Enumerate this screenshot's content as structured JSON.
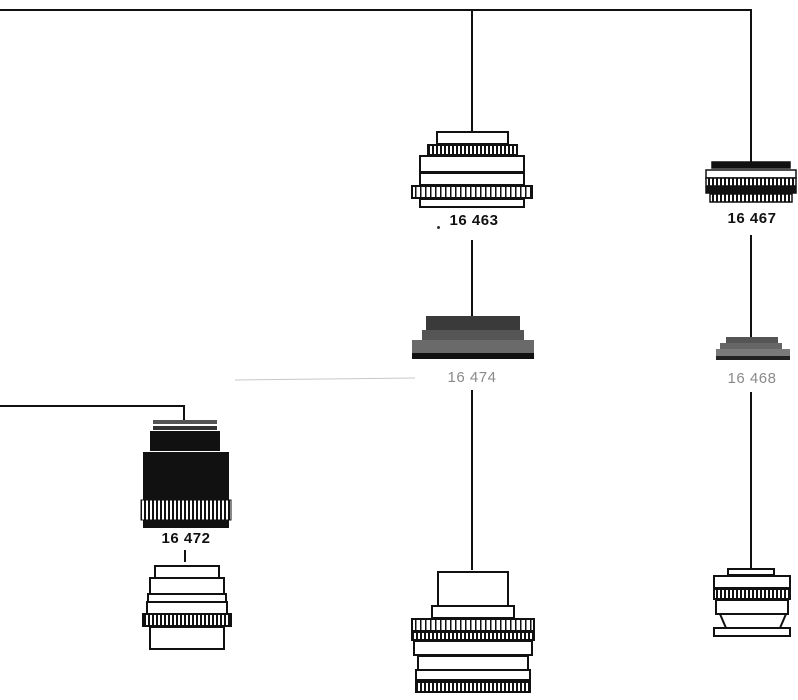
{
  "colors": {
    "line": "#111111",
    "ink": "#0a0a0a",
    "grey_body": "#6e6e6e",
    "grey_label": "#8a8a8a"
  },
  "labels": {
    "l16463": "16 463",
    "l16467": "16 467",
    "l16474": "16 474",
    "l16468": "16 468",
    "l16472": "16 472"
  }
}
